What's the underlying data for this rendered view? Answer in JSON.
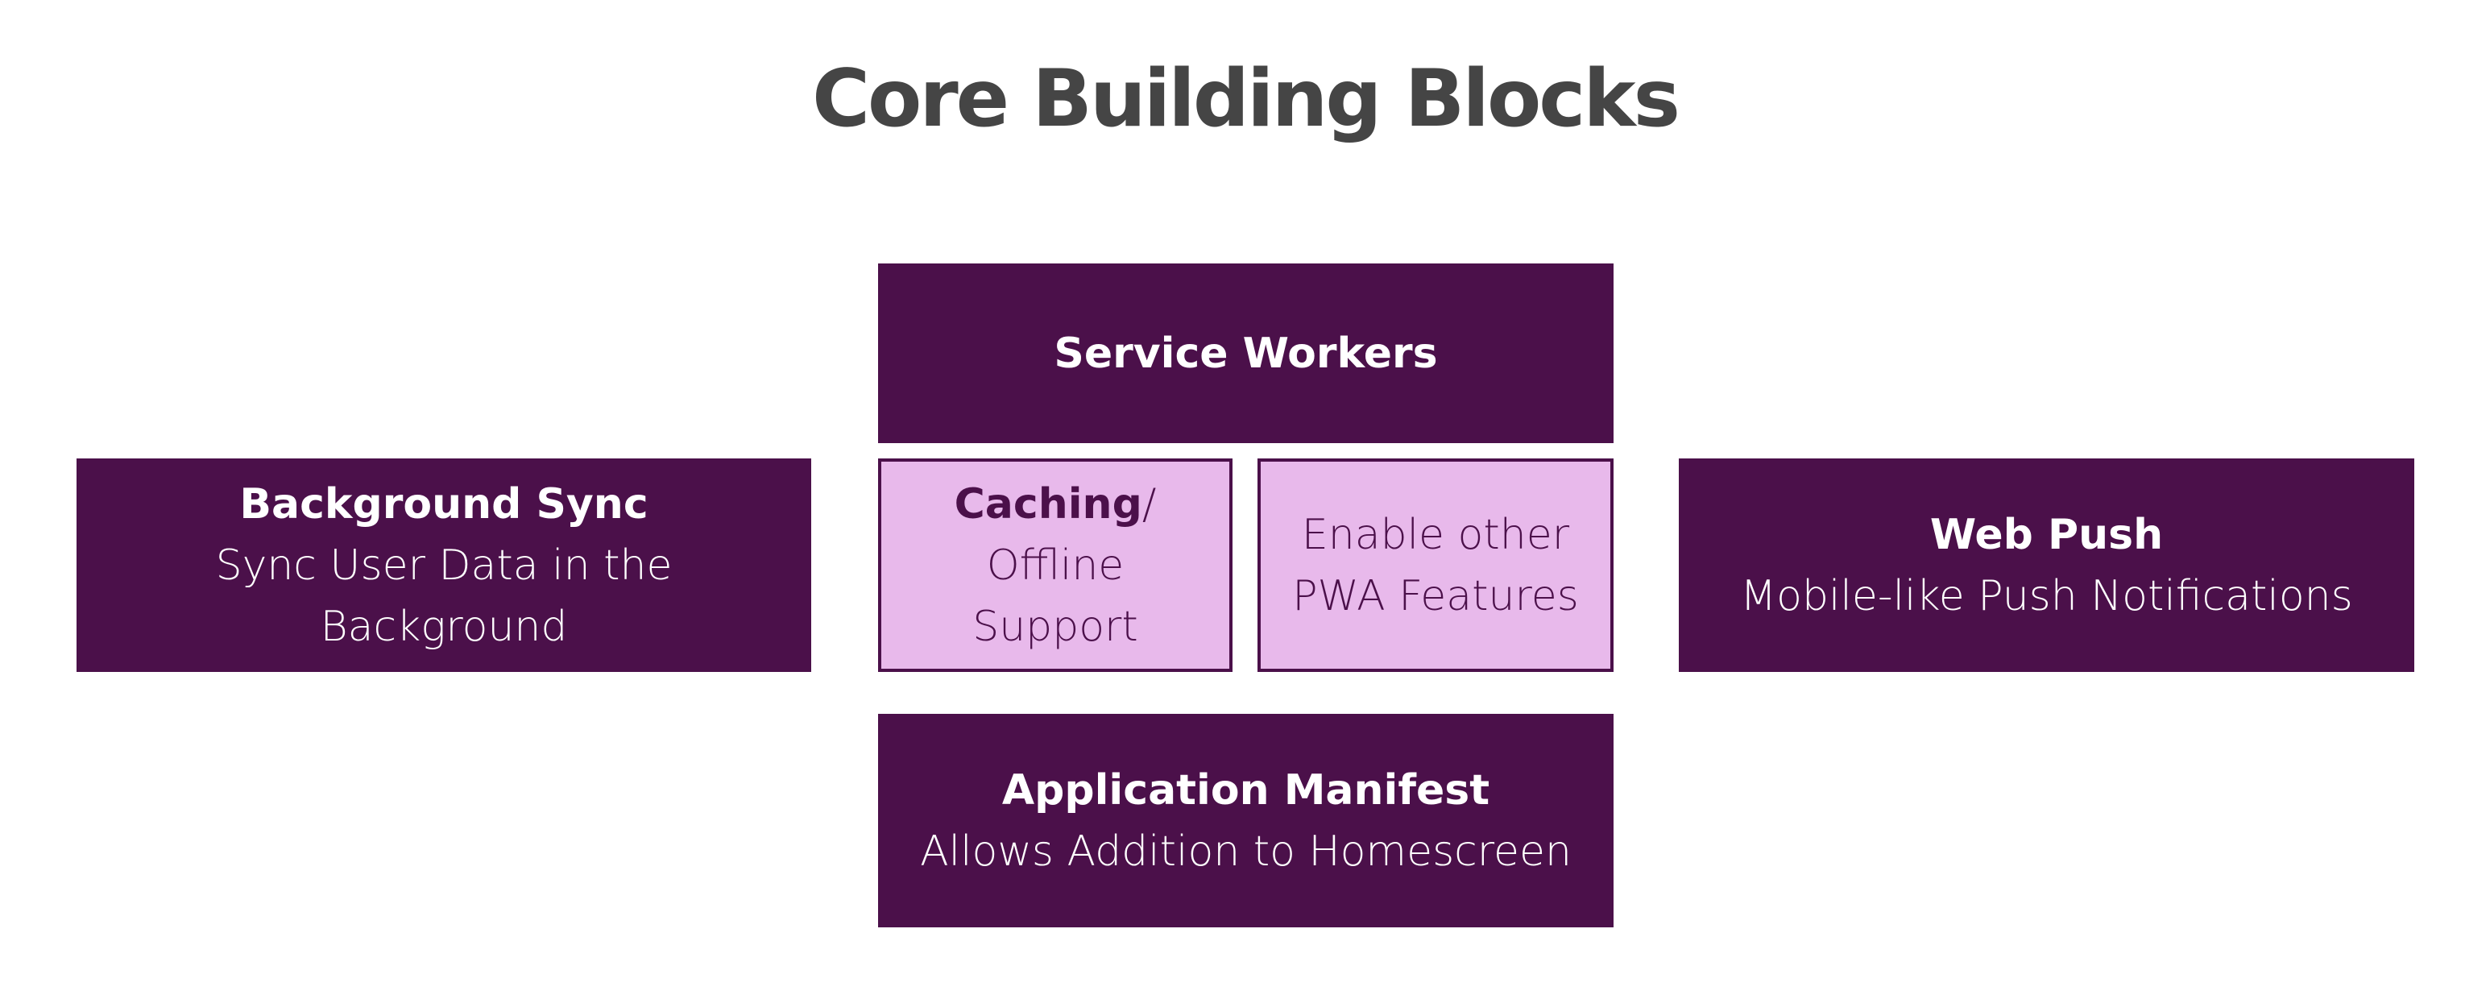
{
  "title": "Core Building Blocks",
  "colors": {
    "dark_box": "#4b104a",
    "light_box": "#e8b9eb",
    "title_text": "#454545"
  },
  "blocks": {
    "service_workers": {
      "heading": "Service Workers"
    },
    "background_sync": {
      "heading": "Background Sync",
      "line1": "Sync User Data in the",
      "line2": "Background"
    },
    "caching": {
      "heading": "Caching",
      "heading_suffix": "/",
      "line1": "Offline",
      "line2": "Support"
    },
    "enable_pwa": {
      "line1": "Enable other",
      "line2": "PWA Features"
    },
    "web_push": {
      "heading": "Web Push",
      "line1": "Mobile-like Push Notifications"
    },
    "app_manifest": {
      "heading": "Application Manifest",
      "line1": "Allows Addition to Homescreen"
    }
  }
}
